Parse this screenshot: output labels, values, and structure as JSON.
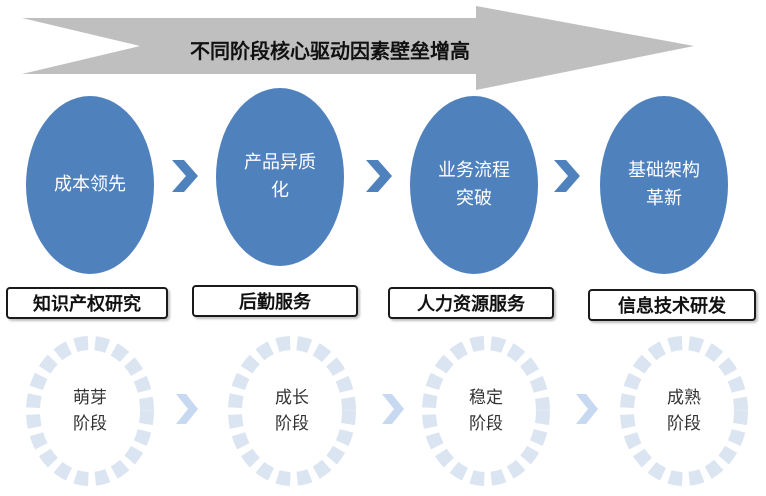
{
  "banner": {
    "title": "不同阶段核心驱动因素壁垒增高",
    "color": "#c0c0c0"
  },
  "drivers": [
    {
      "label": "成本领先"
    },
    {
      "label": "产品异质化"
    },
    {
      "label": "业务流程突破"
    },
    {
      "label": "基础架构革新"
    }
  ],
  "labels": [
    {
      "text": "知识产权研究"
    },
    {
      "text": "后勤服务"
    },
    {
      "text": "人力资源服务"
    },
    {
      "text": "信息技术研发"
    }
  ],
  "stages": [
    {
      "text": "萌芽阶段"
    },
    {
      "text": "成长阶段"
    },
    {
      "text": "稳定阶段"
    },
    {
      "text": "成熟阶段"
    }
  ],
  "colors": {
    "driver_fill": "#4f81bd",
    "chevron": "#4f81bd",
    "ring": "#dbe5f1",
    "light_chevron": "#c6d9f1"
  }
}
